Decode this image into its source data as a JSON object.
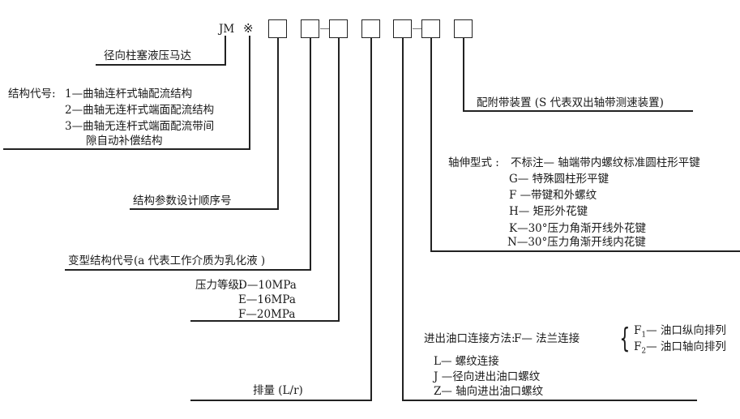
{
  "code": {
    "prefix": "JM",
    "symbol": "※"
  },
  "motor_name": "径向柱塞液压马达",
  "structure": {
    "label": "结构代号:",
    "items": [
      "1—曲轴连杆式轴配流结构",
      "2—曲轴无连杆式端面配流结构",
      "3—曲轴无连杆式端面配流带间",
      "隙自动补偿结构"
    ]
  },
  "design_seq": "结构参数设计顺序号",
  "variant": "变型结构代号(a 代表工作介质为乳化液 )",
  "pressure": {
    "label": "压力等级:",
    "items": [
      "D—10MPa",
      "E—16MPa",
      "F—20MPa"
    ]
  },
  "displacement": "排量 (L/r)",
  "accessory": "配附带装置 (S 代表双出轴带测速装置)",
  "shaft": {
    "label": "轴伸型式 :",
    "items": [
      "不标注— 轴端带内螺纹标准圆柱形平键",
      "G— 特殊圆柱形平键",
      "F —带键和外螺纹",
      "H— 矩形外花键",
      "K—30°压力角渐开线外花键",
      "N—30°压力角渐开线内花键"
    ]
  },
  "port": {
    "label": "进出油口连接方法:",
    "flange": "F— 法兰连接",
    "f1_code": "F",
    "f1_sub": "1",
    "f1_text": "— 油口纵向排列",
    "f2_code": "F",
    "f2_sub": "2",
    "f2_text": "— 油口轴向排列",
    "items": [
      "L— 螺纹连接",
      "J —径向进出油口螺纹",
      "Z— 轴向进出油口螺纹"
    ]
  }
}
